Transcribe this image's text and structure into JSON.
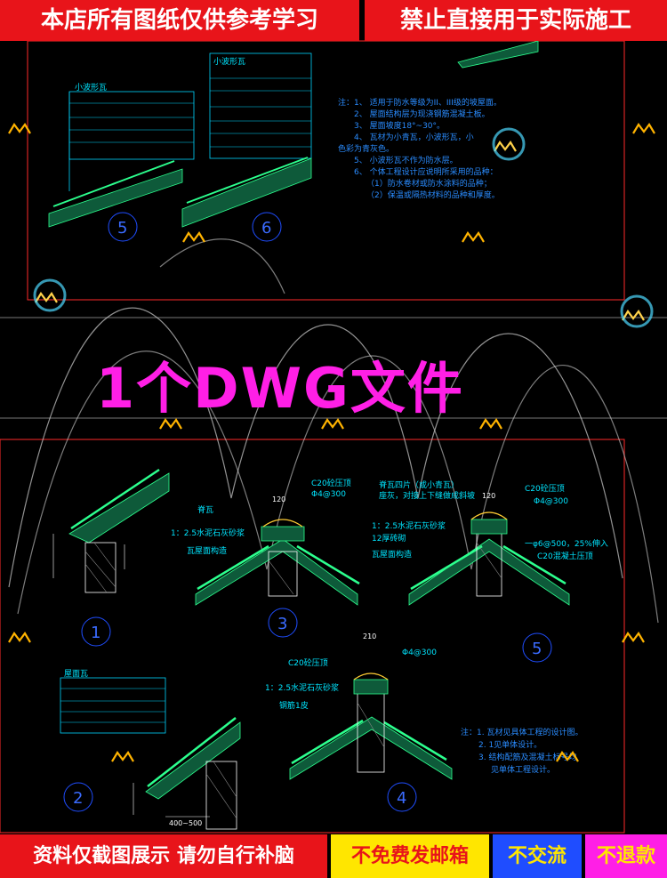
{
  "banner": {
    "left": "本店所有图纸仅供参考学习",
    "right": "禁止直接用于实际施工"
  },
  "headline": "1个DWG文件",
  "footer": {
    "a": "资料仅截图展示 请勿自行补脑",
    "b": "不免费发邮箱",
    "c": "不交流",
    "d": "不退款"
  },
  "colors": {
    "red": "#e8141a",
    "magenta": "#ff1fe6",
    "yellow": "#ffe600",
    "cyan": "#00e5ff",
    "blue": "#1f4dff"
  },
  "upper": {
    "d5": {
      "title": "小波形瓦",
      "number": "5"
    },
    "d6": {
      "title": "小波形瓦",
      "number": "6"
    },
    "notes": [
      "注：1、 适用于防水等级为II、III级的坡屋面。",
      "2、 屋面结构层为现浇钢筋混凝土板。",
      "3、 屋面坡度18°~30°。",
      "4、 瓦材为小青瓦，小波形瓦，小",
      "色彩为青灰色。",
      "5、 小波形瓦不作为防水层。",
      "6、 个体工程设计应说明所采用的品种：",
      "（1）防水卷材或防水涂料的品种；",
      "（2）保温或隔热材料的品种和厚度。"
    ]
  },
  "lower": {
    "d3": {
      "label_top": "C20砼压顶",
      "label_mesh": "Φ4@300",
      "label_ridge": "脊瓦",
      "label_mortar": "1：2.5水泥石灰砂浆",
      "label_tiles": "瓦屋面构造",
      "dim": "120",
      "number": "3"
    },
    "d5": {
      "label_a": "脊瓦四片（或小青瓦）",
      "label_b": "座灰，对接上下缝做成斜坡",
      "label_top": "C20砼压顶",
      "label_mesh": "Φ4@300",
      "label_c": "1：2.5水泥石灰砂浆",
      "label_d": "12厚砖砌",
      "label_e": "瓦屋面构造",
      "label_f": "一φ6@500，25%伸入",
      "label_g": "C20混凝土压顶",
      "dim": "120",
      "number": "5"
    },
    "d4": {
      "dim": "210",
      "label_top": "C20砼压顶",
      "label_mesh": "Φ4@300",
      "label_b": "1：2.5水泥石灰砂浆",
      "label_c": "钢筋1皮",
      "number": "4"
    },
    "d1": {
      "number": "1"
    },
    "d2": {
      "title": "屋面瓦",
      "number": "2",
      "dim1": "400~500"
    },
    "notes": [
      "注：1. 瓦材见具体工程的设计图。",
      "2. 1见单体设计。",
      "3. 结构配筋及混凝土标号均",
      "见单体工程设计。"
    ]
  }
}
